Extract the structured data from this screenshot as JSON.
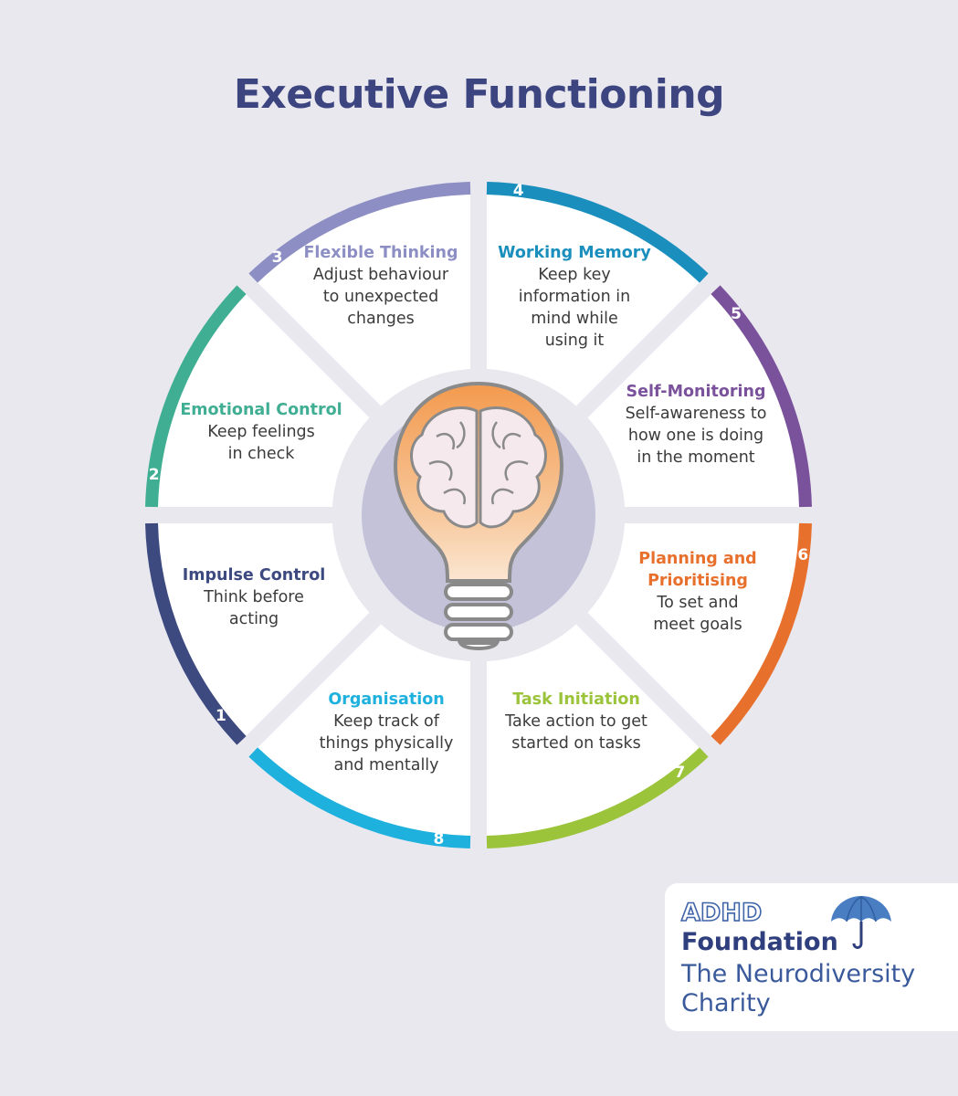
{
  "title": "Executive Functioning",
  "segments": [
    {
      "num": "1",
      "title": "Impulse Control",
      "desc": "Think before\nacting",
      "color": "#3d4a80"
    },
    {
      "num": "2",
      "title": "Emotional Control",
      "desc": "Keep feelings\nin check",
      "color": "#3fae93"
    },
    {
      "num": "3",
      "title": "Flexible Thinking",
      "desc": "Adjust behaviour\nto unexpected\nchanges",
      "color": "#8d8fc4"
    },
    {
      "num": "4",
      "title": "Working Memory",
      "desc": "Keep key\ninformation in\nmind while\nusing it",
      "color": "#1a8fbd"
    },
    {
      "num": "5",
      "title": "Self-Monitoring",
      "desc": "Self-awareness to\nhow one is doing\nin the moment",
      "color": "#7a529c"
    },
    {
      "num": "6",
      "title": "Planning and\nPrioritising",
      "desc": "To set and\nmeet goals",
      "color": "#e8702d"
    },
    {
      "num": "7",
      "title": "Task Initiation",
      "desc": "Take action to get\nstarted on tasks",
      "color": "#9cc43b"
    },
    {
      "num": "8",
      "title": "Organisation",
      "desc": "Keep track of\nthings physically\nand mentally",
      "color": "#1fb1de"
    }
  ],
  "center_icon": "lightbulb-brain-icon",
  "logo": {
    "line1": "ADHD",
    "line2": "Foundation",
    "line3": "The Neurodiversity\nCharity",
    "icon": "umbrella-icon"
  }
}
